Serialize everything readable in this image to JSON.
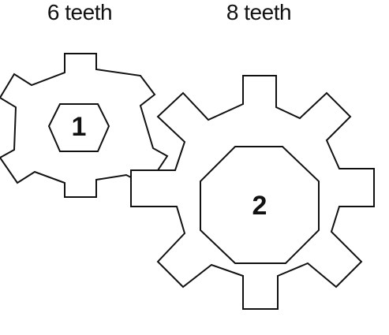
{
  "gears": [
    {
      "caption": "6 teeth",
      "number": "1",
      "teeth": 6,
      "hub_sides": 6
    },
    {
      "caption": "8 teeth",
      "number": "2",
      "teeth": 8,
      "hub_sides": 8
    }
  ]
}
